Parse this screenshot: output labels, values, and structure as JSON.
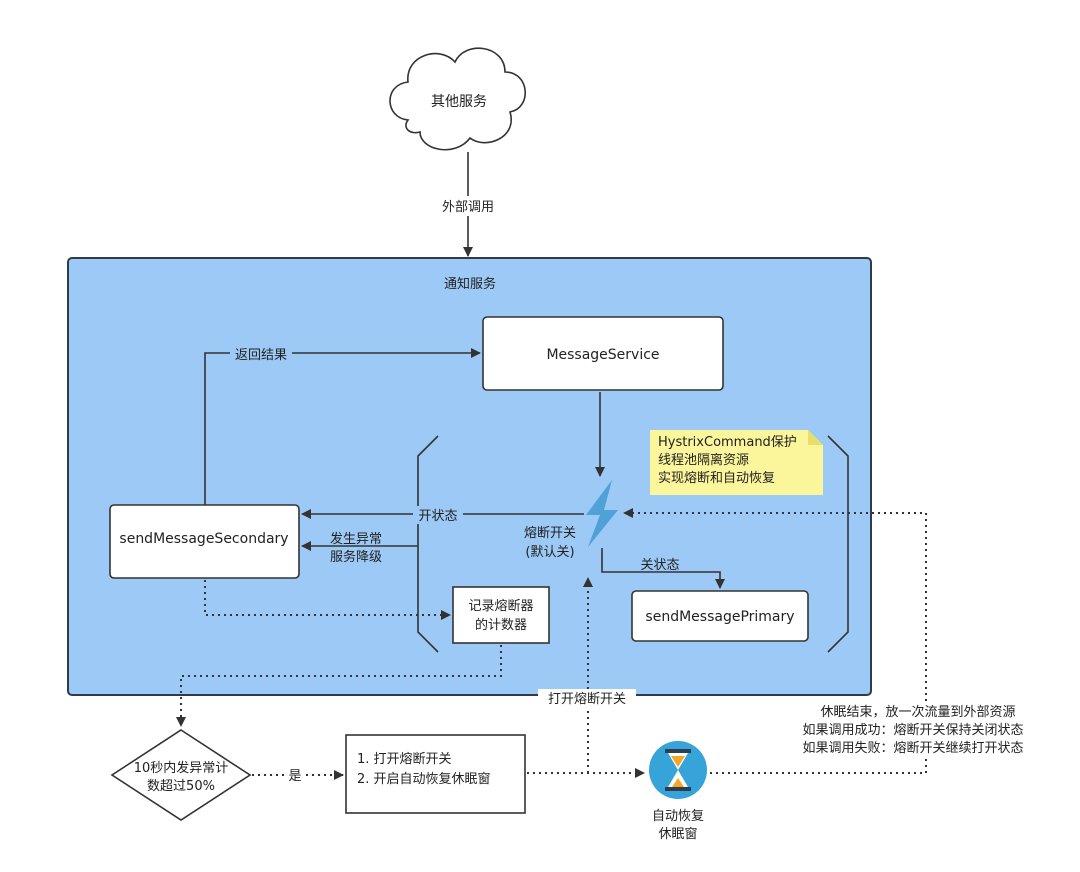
{
  "colors": {
    "container_fill": "#9cc9f5",
    "container_stroke": "#2f3b46",
    "note_fill": "#fbf59c",
    "bolt": "#4fa1d6",
    "hourglass_circle": "#36a3d9",
    "hourglass_sand": "#f5a623",
    "line": "#333333"
  },
  "icons": {
    "cloud": "cloud-icon",
    "bolt": "lightning-bolt-icon",
    "hourglass": "hourglass-icon"
  },
  "nodes": {
    "cloud": "其他服务",
    "container_title": "通知服务",
    "message_service": "MessageService",
    "secondary": "sendMessageSecondary",
    "primary": "sendMessagePrimary",
    "breaker": [
      "熔断开关",
      "(默认关)"
    ],
    "counter": [
      "记录熔断器",
      "的计数器"
    ],
    "decision": [
      "10秒内发异常计",
      "数超过50%"
    ],
    "action": [
      "1. 打开熔断开关",
      "2. 开启自动恢复休眠窗"
    ],
    "sleep": [
      "自动恢复",
      "休眠窗"
    ],
    "note": [
      "HystrixCommand保护",
      "线程池隔离资源",
      "实现熔断和自动恢复"
    ]
  },
  "edges": {
    "external_call": "外部调用",
    "return_result": "返回结果",
    "open_state": "开状态",
    "exception_degrade": [
      "发生异常",
      "服务降级"
    ],
    "closed_state": "关状态",
    "open_breaker": "打开熔断开关",
    "yes": "是",
    "sleep_end": [
      "休眠结束，放一次流量到外部资源",
      "如果调用成功：熔断开关保持关闭状态",
      "如果调用失败：熔断开关继续打开状态"
    ]
  }
}
